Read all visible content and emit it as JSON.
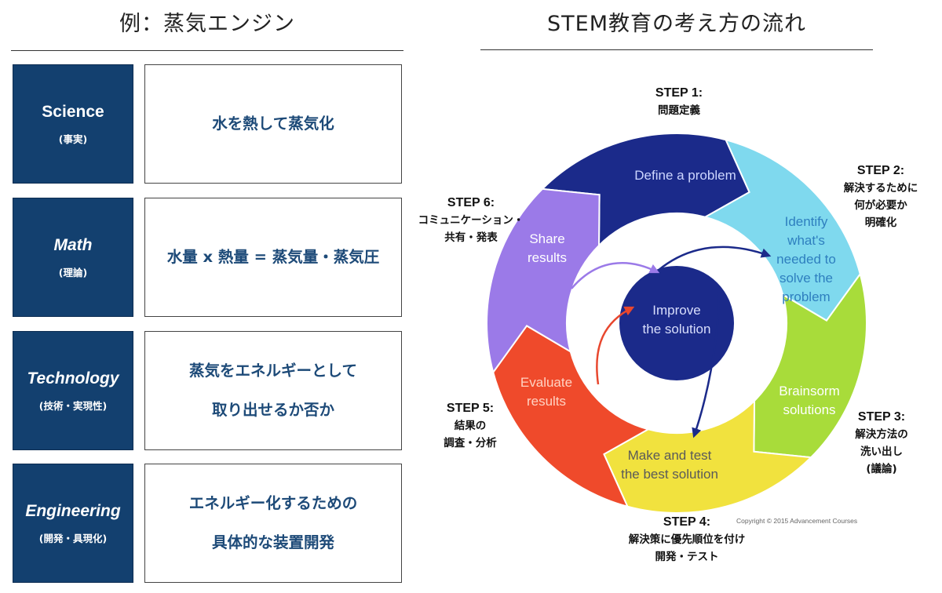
{
  "left_title": "例：蒸気エンジン",
  "right_title": "STEM教育の考え方の流れ",
  "stem_rows": [
    {
      "name": "Science",
      "sub": "(事実)",
      "lines": [
        "水を熱して蒸気化"
      ]
    },
    {
      "name": "Math",
      "sub": "(理論)",
      "lines": [
        "水量 x 熱量 = 蒸気量・蒸気圧"
      ]
    },
    {
      "name": "Technology",
      "sub": "(技術・実現性)",
      "lines": [
        "蒸気をエネルギーとして",
        "取り出せるか否か"
      ]
    },
    {
      "name": "Engineering",
      "sub": "(開発・具現化)",
      "lines": [
        "エネルギー化するための",
        "具体的な装置開発"
      ]
    }
  ],
  "cycle": {
    "segments": [
      {
        "lines": [
          "Define a problem"
        ],
        "color": "#1b2a8a"
      },
      {
        "lines": [
          "Identify",
          "what's",
          "needed to",
          "solve the",
          "problem"
        ],
        "color": "#7fd9ee"
      },
      {
        "lines": [
          "Brainsorm",
          "solutions"
        ],
        "color": "#a8dc3a"
      },
      {
        "lines": [
          "Make and test",
          "the best solution"
        ],
        "color": "#f1e23e"
      },
      {
        "lines": [
          "Evaluate",
          "results"
        ],
        "color": "#ef4a2b"
      },
      {
        "lines": [
          "Share",
          "results"
        ],
        "color": "#9b7ae8"
      }
    ],
    "center_lines": [
      "Improve",
      "the solution"
    ],
    "center_color": "#1b2a8a"
  },
  "steps": [
    {
      "heading": "STEP 1:",
      "lines": [
        "問題定義"
      ]
    },
    {
      "heading": "STEP 2:",
      "lines": [
        "解決するために",
        "何が必要か",
        "明確化"
      ]
    },
    {
      "heading": "STEP 3:",
      "lines": [
        "解決方法の",
        "洗い出し",
        "(議論)"
      ]
    },
    {
      "heading": "STEP 4:",
      "lines": [
        "解決策に優先順位を付け",
        "開発・テスト"
      ]
    },
    {
      "heading": "STEP 5:",
      "lines": [
        "結果の",
        "調査・分析"
      ]
    },
    {
      "heading": "STEP 6:",
      "lines": [
        "コミュニケーション・",
        "共有・発表"
      ]
    }
  ],
  "copyright": "Copyright © 2015 Advancement Courses"
}
